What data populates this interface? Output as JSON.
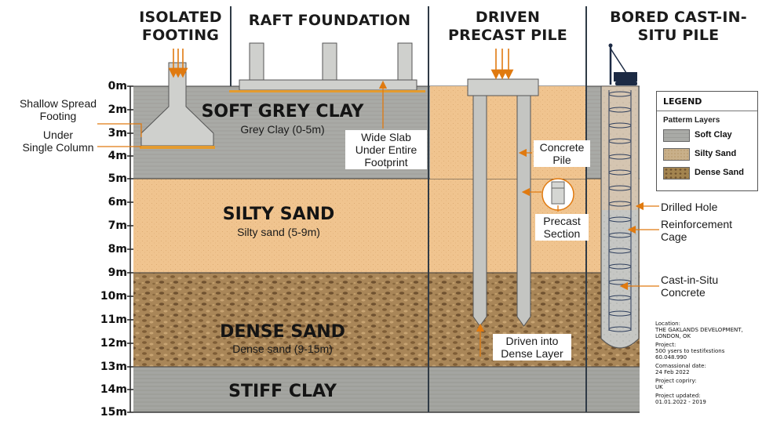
{
  "headers": {
    "isolated": [
      "ISOLATED",
      "FOOTING"
    ],
    "raft": "RAFT FOUNDATION",
    "driven": [
      "DRIVEN",
      "PRECAST PILE"
    ],
    "bored": [
      "BORED CAST-IN-",
      "SITU PILE"
    ]
  },
  "depth_labels": [
    "0m",
    "2m",
    "3m",
    "4m",
    "5m",
    "6m",
    "7m",
    "8m",
    "9m",
    "10m",
    "11m",
    "12m",
    "13m",
    "14m",
    "15m"
  ],
  "layers": [
    {
      "name": "SOFT GREY CLAY",
      "sub": "Grey Clay (0-5m)",
      "top_m": 0,
      "bottom_m": 5,
      "color": "#a9aaa6"
    },
    {
      "name": "SILTY SAND",
      "sub": "Silty sand (5-9m)",
      "top_m": 5,
      "bottom_m": 9,
      "color": "#f0c48f"
    },
    {
      "name": "DENSE SAND",
      "sub": "Dense sand (9-15m)",
      "top_m": 9,
      "bottom_m": 13,
      "color": "#a98658"
    },
    {
      "name": "STIFF CLAY",
      "sub": "",
      "top_m": 13,
      "bottom_m": 15,
      "color": "#a4a5a1"
    }
  ],
  "labels": {
    "shallow_spread": [
      "Shallow Spread",
      "Footing"
    ],
    "under_column": [
      "Under",
      "Single Column"
    ],
    "wide_slab": [
      "Wide Slab",
      "Under Entire",
      "Footprint"
    ],
    "concrete_pile": [
      "Concrete",
      "Pile"
    ],
    "precast_section": [
      "Precast",
      "Section"
    ],
    "driven_into": [
      "Driven into",
      "Dense Layer"
    ],
    "drilled_hole": "Drilled Hole",
    "reinforcement_cage": [
      "Reinforcement",
      "Cage"
    ],
    "cast_in_situ": [
      "Cast-in-Situ",
      "Concrete"
    ]
  },
  "legend": {
    "title": "LEGEND",
    "subtitle": "Patterm Layers",
    "items": [
      {
        "label": "Soft Clay",
        "color": "#a9aaa6"
      },
      {
        "label": "Silty Sand",
        "color": "#c9b08a"
      },
      {
        "label": "Dense Sand",
        "color": "#a3844f"
      }
    ]
  },
  "project_info": {
    "location_label": "Location:",
    "location_value": [
      "THE GAKLANDS DEVELOPMENT,",
      "LONDON, OK"
    ],
    "project_label": "Project:",
    "project_value": [
      "500 ysers to testifxstions",
      "60.048.990"
    ],
    "commission_label": "Comassional date:",
    "commission_value": "24 Feb 2022",
    "copyright_label": "Project copriry:",
    "copyright_value": "UK",
    "updated_label": "Project updated:",
    "updated_value": "01.01.2022 - 2019"
  },
  "colors": {
    "soft_clay": "#a9aaa6",
    "silty_sand": "#f0c48f",
    "dense_sand": "#a98658",
    "stiff_clay": "#a4a5a1",
    "concrete": "#c8c9c6",
    "annotation_orange": "#e07a10",
    "divider": "#2f3a45"
  }
}
